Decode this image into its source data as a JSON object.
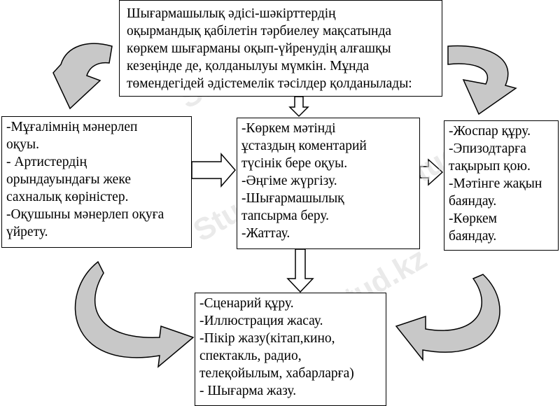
{
  "boxes": {
    "top": [
      "Шығармашылық әдісі-шәкірттердің",
      "оқырмандық қабілетін тәрбиелеу мақсатында",
      "көркем шығарманы оқып-үйренудің алғашқы",
      "кезеңінде де, қолданылуы мүмкін. Мұнда",
      "төмендегідей әдістемелік тәсілдер қолданылады:"
    ],
    "left": [
      "-Мұғалімнің мәнерлеп",
      "оқуы.",
      "- Артистердің",
      "орындауындағы жеке",
      "сахналық көріністер.",
      "-Оқушыны мәнерлеп оқуға",
      "үйрету."
    ],
    "center": [
      "-Көркем мәтінді",
      "ұстаздың коментарий",
      "түсінік бере оқуы.",
      "-Әңгіме жүргізу.",
      "-Шығармашылық",
      "тапсырма беру.",
      "-Жаттау."
    ],
    "right": [
      "-Жоспар құру.",
      "-Эпизодтарға",
      "тақырып қою.",
      "-Мәтінге жақын",
      "баяндау.",
      "-Көркем",
      "баяндау."
    ],
    "bottom": [
      "-Сценарий құру.",
      "-Иллюстрация жасау.",
      "-Пікір жазу(кітап,кино,",
      "спектакль, радио,",
      "телеқойылым, хабарларға)",
      "- Шығарма жазу."
    ]
  },
  "watermark": "Stud.kz",
  "colors": {
    "arrow_fill": "#c8c8c8",
    "stroke": "#000000",
    "watermark": "#d9d9d9"
  }
}
